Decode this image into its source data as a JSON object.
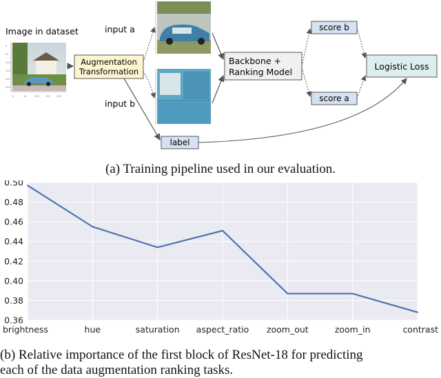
{
  "diagram": {
    "dataset_label": "Image in dataset",
    "augmentation_label_line1": "Augmentation",
    "augmentation_label_line2": "Transformation",
    "input_a_label": "input a",
    "input_b_label": "input b",
    "backbone_label_line1": "Backbone +",
    "backbone_label_line2": "Ranking Model",
    "score_b_label": "score b",
    "score_a_label": "score a",
    "loss_label": "Logistic Loss",
    "label_box": "label",
    "colors": {
      "augmentation_fill": "#fdf5cf",
      "score_fill": "#d6e2f2",
      "label_fill": "#d6e2f2",
      "loss_fill": "#deeeee",
      "backbone_fill": "#f0f0f0"
    }
  },
  "caption_a": "(a) Training pipeline used in our evaluation.",
  "caption_b_line1": "(b) Relative importance of the first block of ResNet-18 for predicting",
  "caption_b_line2": "each of the data augmentation ranking tasks.",
  "chart_data": {
    "type": "line",
    "categories": [
      "brightness",
      "hue",
      "saturation",
      "aspect_ratio",
      "zoom_out",
      "zoom_in",
      "contrast"
    ],
    "values": [
      0.497,
      0.455,
      0.434,
      0.451,
      0.387,
      0.387,
      0.368
    ],
    "ylim": [
      0.36,
      0.5
    ],
    "yticks": [
      "0.36",
      "0.38",
      "0.40",
      "0.42",
      "0.44",
      "0.46",
      "0.48",
      "0.50"
    ],
    "grid": true,
    "colors": {
      "line": "#4c72b0",
      "background": "#eaeaf2",
      "grid": "#ffffff"
    }
  }
}
